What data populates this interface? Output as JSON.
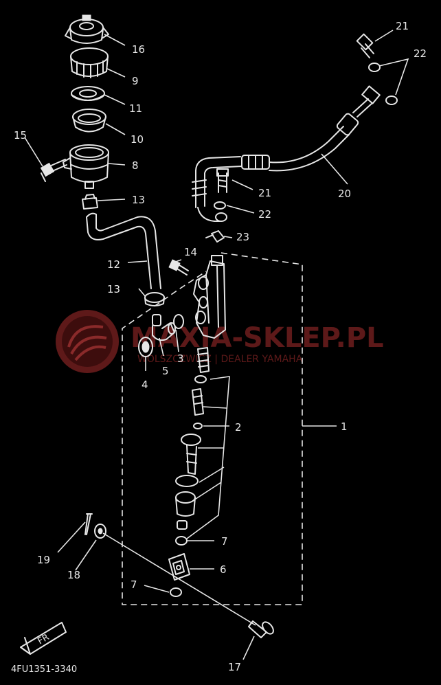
{
  "diagram": {
    "drawing_code": "4FU1351-3340",
    "front_marker": "FR",
    "watermark": {
      "brand": "MAXIA-SKLEP.PL",
      "subtitle": "WOLSZCZWICZ | DEALER YAMAHA"
    },
    "callouts": [
      {
        "id": "c1",
        "text": "1"
      },
      {
        "id": "c2",
        "text": "2"
      },
      {
        "id": "c3",
        "text": "3"
      },
      {
        "id": "c4",
        "text": "4"
      },
      {
        "id": "c5",
        "text": "5"
      },
      {
        "id": "c6",
        "text": "6"
      },
      {
        "id": "c7a",
        "text": "7"
      },
      {
        "id": "c7b",
        "text": "7"
      },
      {
        "id": "c8",
        "text": "8"
      },
      {
        "id": "c9",
        "text": "9"
      },
      {
        "id": "c10",
        "text": "10"
      },
      {
        "id": "c11",
        "text": "11"
      },
      {
        "id": "c12",
        "text": "12"
      },
      {
        "id": "c13a",
        "text": "13"
      },
      {
        "id": "c13b",
        "text": "13"
      },
      {
        "id": "c14",
        "text": "14"
      },
      {
        "id": "c15",
        "text": "15"
      },
      {
        "id": "c16",
        "text": "16"
      },
      {
        "id": "c17",
        "text": "17"
      },
      {
        "id": "c18",
        "text": "18"
      },
      {
        "id": "c19",
        "text": "19"
      },
      {
        "id": "c20",
        "text": "20"
      },
      {
        "id": "c21a",
        "text": "21"
      },
      {
        "id": "c21b",
        "text": "21"
      },
      {
        "id": "c22a",
        "text": "22"
      },
      {
        "id": "c22b",
        "text": "22"
      },
      {
        "id": "c23",
        "text": "23"
      }
    ]
  }
}
